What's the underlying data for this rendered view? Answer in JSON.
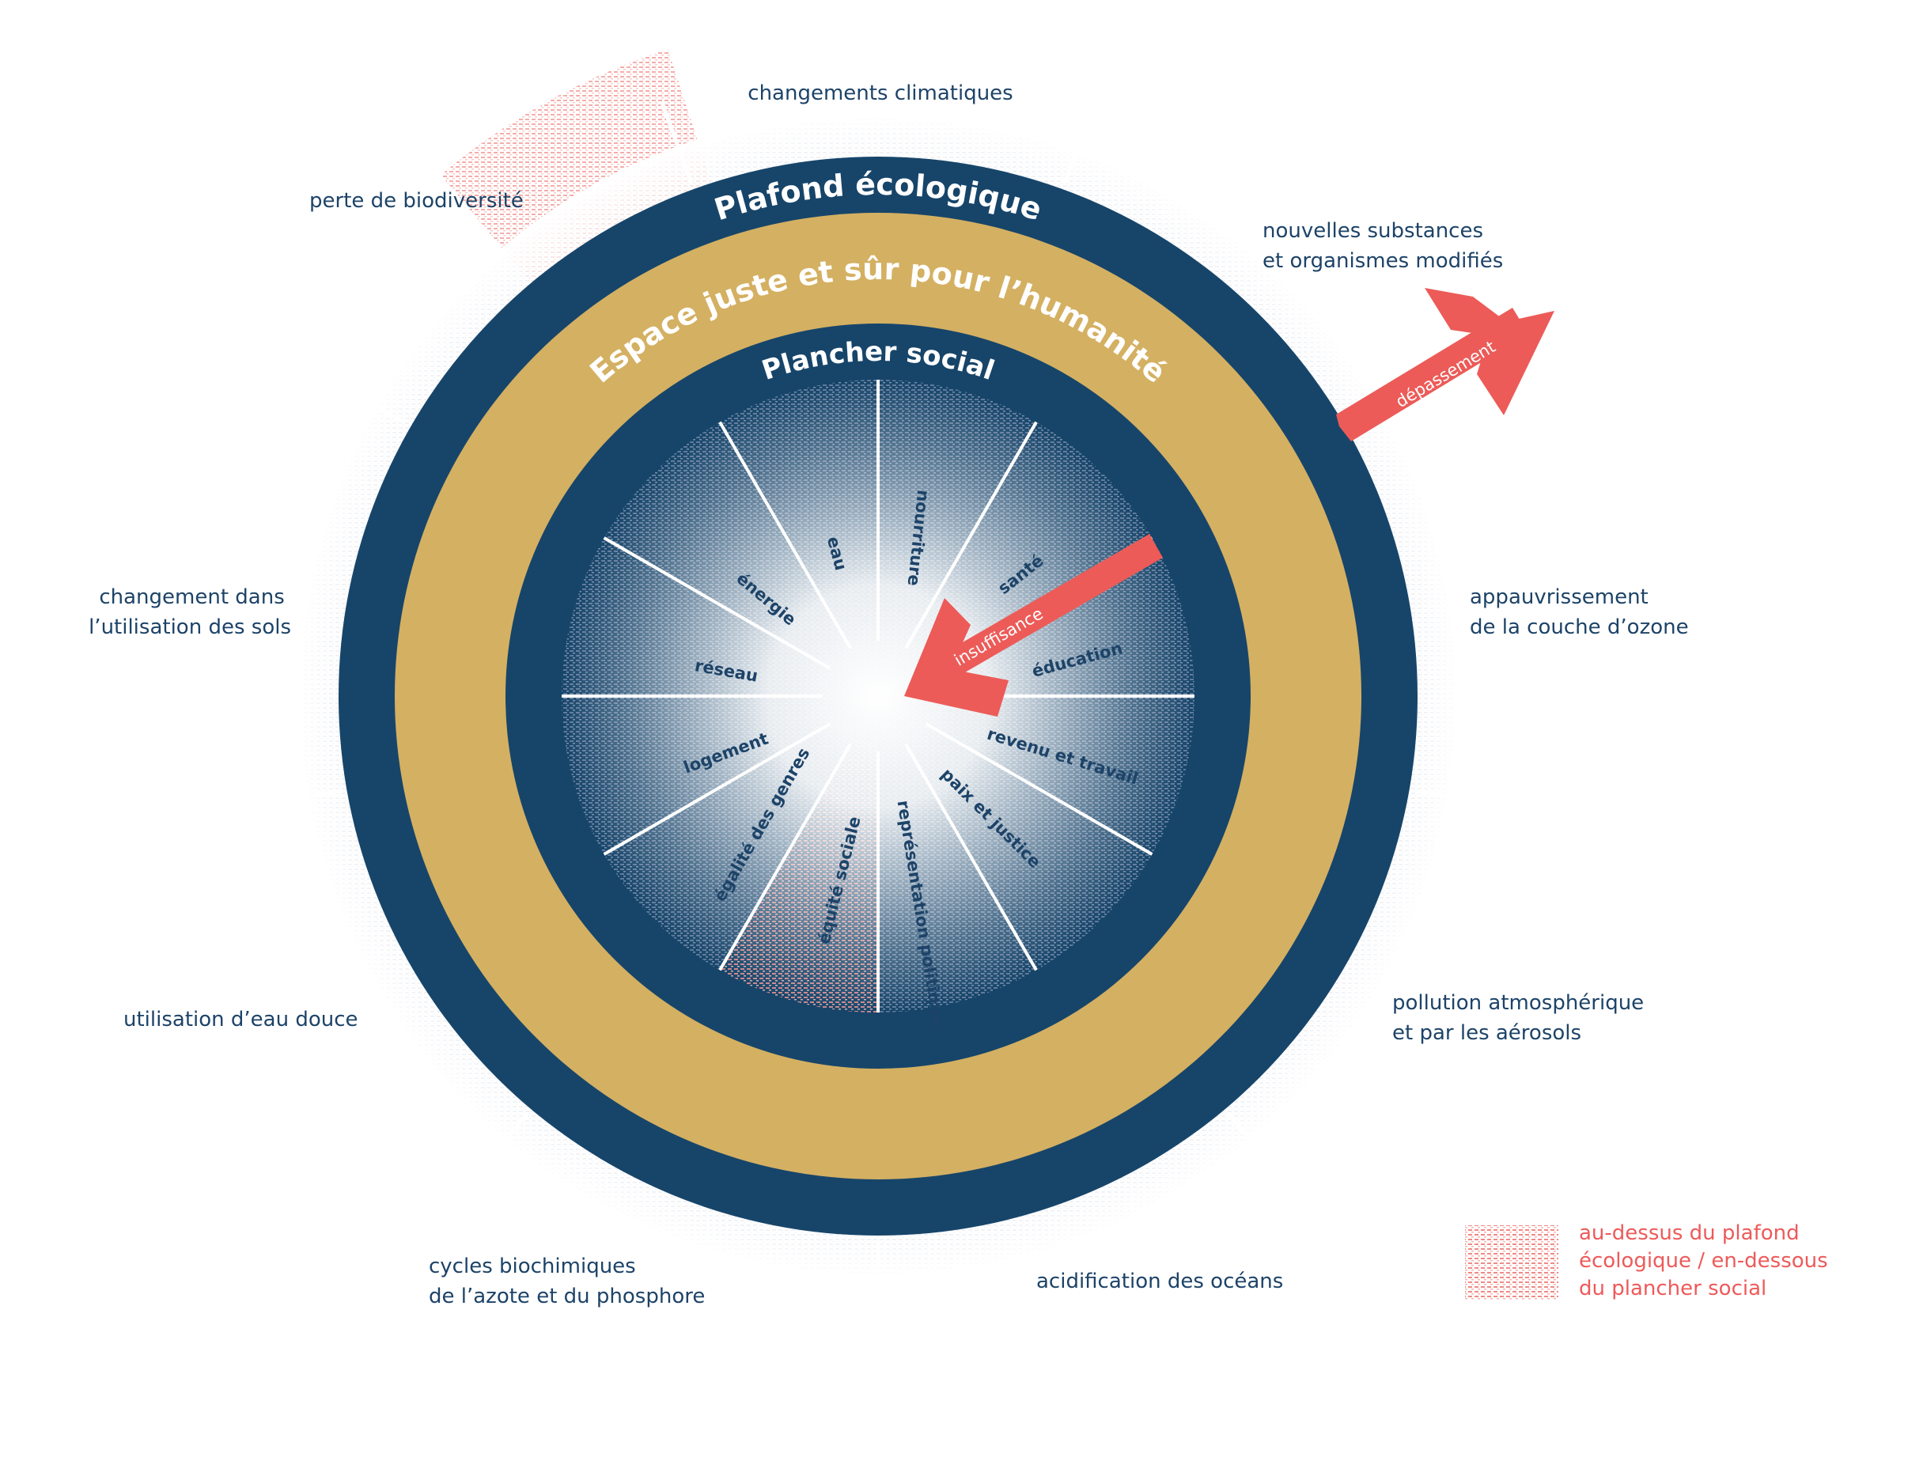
{
  "rings": {
    "ceiling": "Plafond écologique",
    "safe_space": "Espace juste et sûr pour l’humanité",
    "floor": "Plancher social"
  },
  "ecological_dimensions": [
    {
      "lines": [
        "changements climatiques"
      ]
    },
    {
      "lines": [
        "nouvelles substances",
        "et organismes modifiés"
      ]
    },
    {
      "lines": [
        "appauvrissement",
        "de la couche d’ozone"
      ]
    },
    {
      "lines": [
        "pollution atmosphérique",
        "et par les aérosols"
      ]
    },
    {
      "lines": [
        "acidification des océans"
      ]
    },
    {
      "lines": [
        "cycles biochimiques",
        "de l’azote et du phosphore"
      ]
    },
    {
      "lines": [
        "utilisation d’eau douce"
      ]
    },
    {
      "lines": [
        "changement dans",
        "l’utilisation des sols"
      ]
    },
    {
      "lines": [
        "perte de biodiversité"
      ]
    }
  ],
  "social_dimensions": [
    "nourriture",
    "santé",
    "éducation",
    "revenu et travail",
    "paix et justice",
    "représentation politique",
    "équité sociale",
    "égalité des genres",
    "logement",
    "réseau",
    "énergie",
    "eau"
  ],
  "arrows": {
    "overshoot": "dépassement",
    "shortfall": "insuffisance"
  },
  "legend": {
    "lines": [
      "au-dessus du plafond",
      "écologique / en-dessous",
      "du plancher social"
    ]
  },
  "colors": {
    "navy": "#17456a",
    "gold": "#d4b062",
    "red": "#ec5b58",
    "label": "#1d4368",
    "hatch_blue": "#9aa6c3",
    "hatch_red": "#ef8a86"
  }
}
